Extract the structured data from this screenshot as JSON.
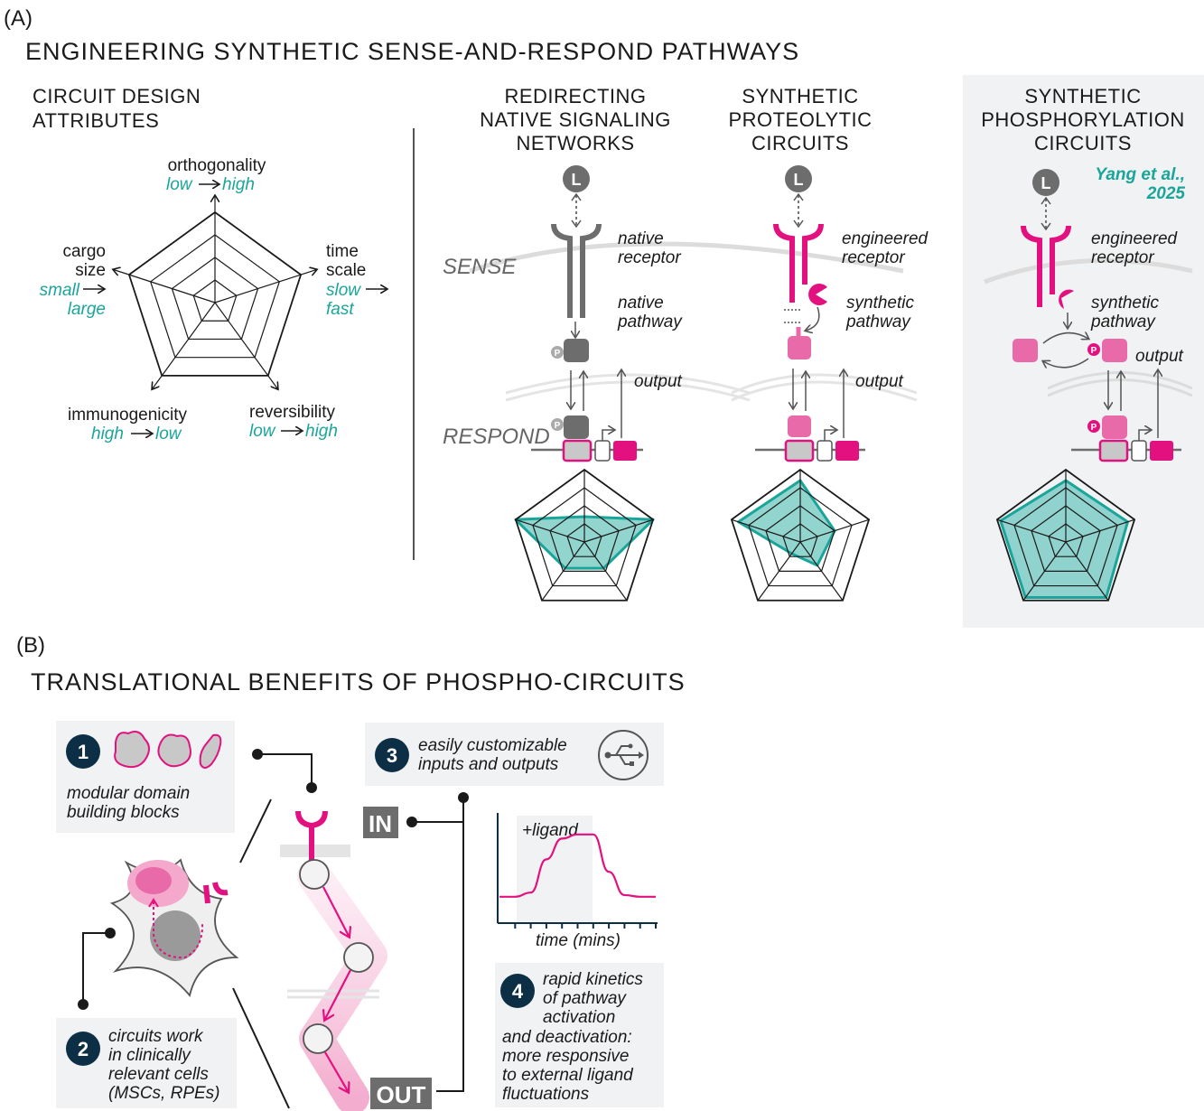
{
  "panel_a": {
    "label": "(A)",
    "title": "ENGINEERING SYNTHETIC SENSE-AND-RESPOND PATHWAYS",
    "attributes_title": [
      "CIRCUIT DESIGN",
      "ATTRIBUTES"
    ],
    "axes": {
      "orthogonality": {
        "name": "orthogonality",
        "from": "low",
        "to": "high"
      },
      "time_scale": {
        "name": [
          "time",
          "scale"
        ],
        "from": "slow",
        "to": "fast"
      },
      "reversibility": {
        "name": "reversibility",
        "from": "low",
        "to": "high"
      },
      "immunogenicity": {
        "name": "immunogenicity",
        "from": "high",
        "to": "low"
      },
      "cargo_size": {
        "name": [
          "cargo",
          "size"
        ],
        "from": "small",
        "to": "large"
      }
    },
    "sense": "SENSE",
    "respond": "RESPOND",
    "ligand": "L",
    "phospho": "P",
    "columns": [
      {
        "title": [
          "REDIRECTING",
          "NATIVE SIGNALING",
          "NETWORKS"
        ],
        "receptor": [
          "native",
          "receptor"
        ],
        "pathway": [
          "native",
          "pathway"
        ],
        "output": "output"
      },
      {
        "title": [
          "SYNTHETIC",
          "PROTEOLYTIC",
          "CIRCUITS"
        ],
        "receptor": [
          "engineered",
          "receptor"
        ],
        "pathway": [
          "synthetic",
          "pathway"
        ],
        "output": "output"
      },
      {
        "title": [
          "SYNTHETIC",
          "PHOSPHORYLATION",
          "CIRCUITS"
        ],
        "citation": [
          "Yang et al.,",
          "2025"
        ],
        "receptor": [
          "engineered",
          "receptor"
        ],
        "pathway": [
          "synthetic",
          "pathway"
        ],
        "output": "output"
      }
    ]
  },
  "panel_b": {
    "label": "(B)",
    "title": "TRANSLATIONAL BENEFITS OF PHOSPHO-CIRCUITS",
    "benefits": [
      {
        "num": "1",
        "text": [
          "modular domain",
          "building blocks"
        ]
      },
      {
        "num": "2",
        "text": [
          "circuits work",
          "in clinically",
          "relevant cells",
          "(MSCs, RPEs)"
        ]
      },
      {
        "num": "3",
        "text": [
          "easily customizable",
          "inputs and outputs"
        ]
      },
      {
        "num": "4",
        "text": [
          "rapid kinetics",
          "of pathway",
          "activation",
          "and deactivation:",
          "more responsive",
          "to external ligand",
          "fluctuations"
        ]
      }
    ],
    "in_label": "IN",
    "out_label": "OUT",
    "plot": {
      "annotation": "+ligand",
      "xlabel": "time (mins)"
    }
  },
  "colors": {
    "teal": "#1aa59a",
    "teal_fill": "#7fcdc6",
    "magenta": "#e3117f",
    "pink": "#e86aa8",
    "gray": "#6d6d6d",
    "navy": "#0d2f45",
    "panel_bg": "#f1f2f3"
  },
  "chart_data": [
    {
      "type": "radar",
      "axes": [
        "orthogonality",
        "time scale",
        "reversibility",
        "immunogenicity",
        "cargo size"
      ],
      "levels": 4,
      "series": [
        {
          "values": [
            0.35,
            1.0,
            0.45,
            0.45,
            1.0
          ]
        }
      ]
    },
    {
      "type": "radar",
      "axes": [
        "orthogonality",
        "time scale",
        "reversibility",
        "immunogenicity",
        "cargo size"
      ],
      "levels": 4,
      "series": [
        {
          "values": [
            0.85,
            0.5,
            0.4,
            0.2,
            0.9
          ]
        }
      ]
    },
    {
      "type": "radar",
      "axes": [
        "orthogonality",
        "time scale",
        "reversibility",
        "immunogenicity",
        "cargo size"
      ],
      "levels": 4,
      "series": [
        {
          "values": [
            0.85,
            0.9,
            0.95,
            0.95,
            0.95
          ]
        }
      ]
    },
    {
      "type": "line",
      "xlabel": "time (mins)",
      "annotation": "+ligand",
      "x": [
        0,
        1,
        2,
        3,
        4,
        5,
        6,
        7,
        8,
        9,
        10
      ],
      "y": [
        0.1,
        0.1,
        0.15,
        0.55,
        0.8,
        0.85,
        0.85,
        0.4,
        0.12,
        0.1,
        0.1
      ]
    }
  ]
}
